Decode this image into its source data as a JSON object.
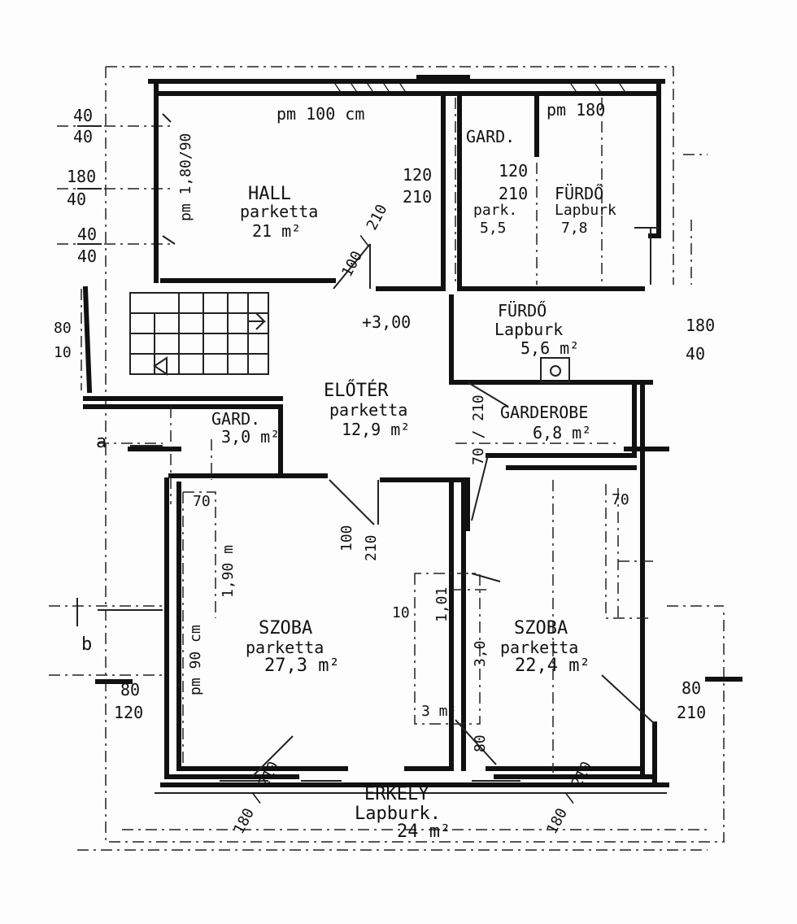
{
  "rooms": {
    "hall": {
      "name": "HALL",
      "floor": "parketta",
      "area": "21 m²"
    },
    "gard_top": {
      "name": "GARD.",
      "floor": "park.",
      "area": "5,5"
    },
    "bath_top": {
      "name": "FÜRDŐ",
      "floor": "Lapburk",
      "area": "7,8"
    },
    "bath_mid": {
      "name": "FÜRDŐ",
      "floor": "Lapburk",
      "area": "5,6 m²"
    },
    "eloter": {
      "name": "ELŐTÉR",
      "floor": "parketta",
      "area": "12,9 m²"
    },
    "gard_left": {
      "name": "GARD.",
      "area": "3,0 m²"
    },
    "garderobe": {
      "name": "GARDEROBE",
      "area": "6,8 m²"
    },
    "szoba_left": {
      "name": "SZOBA",
      "floor": "parketta",
      "area": "27,3 m²"
    },
    "szoba_right": {
      "name": "SZOBA",
      "floor": "parketta",
      "area": "22,4 m²"
    },
    "erkely": {
      "name": "ERKÉLY",
      "floor": "Lapburk.",
      "area": "24 m²"
    },
    "closet_small": {
      "area": "3 m²"
    }
  },
  "annotations": {
    "pm_top": "pm 100 cm",
    "pm_right": "pm 180",
    "pm_left_vertical": "pm 1,80/90",
    "pm_szoba": "pm 90 cm",
    "level": "+3,00",
    "d120": "120",
    "d210": "210",
    "d120b": "120",
    "d210b": "210",
    "d100_210a": "100 / 210",
    "d100": "100",
    "d210c": "210",
    "d190": "1,90 m",
    "d70a": "70",
    "d70b": "70",
    "d70_210": "70 / 210",
    "d101": "1,01",
    "d30": "3,0",
    "d10": "10",
    "d80_bottom": "80",
    "d180_210a": "180 / 210",
    "d180_210b": "180 / 210",
    "left_40a": "40",
    "left_40b": "40",
    "left_180": "180",
    "left_40c": "40",
    "left_40d": "40",
    "left_40e": "40",
    "right_180": "180",
    "right_40": "40",
    "left_80_120_a": "80",
    "left_80_120_b": "120",
    "right_80": "80",
    "right_210": "210",
    "grid_a": "a",
    "grid_b": "b",
    "left_side_a": "80",
    "left_side_b": "10"
  }
}
